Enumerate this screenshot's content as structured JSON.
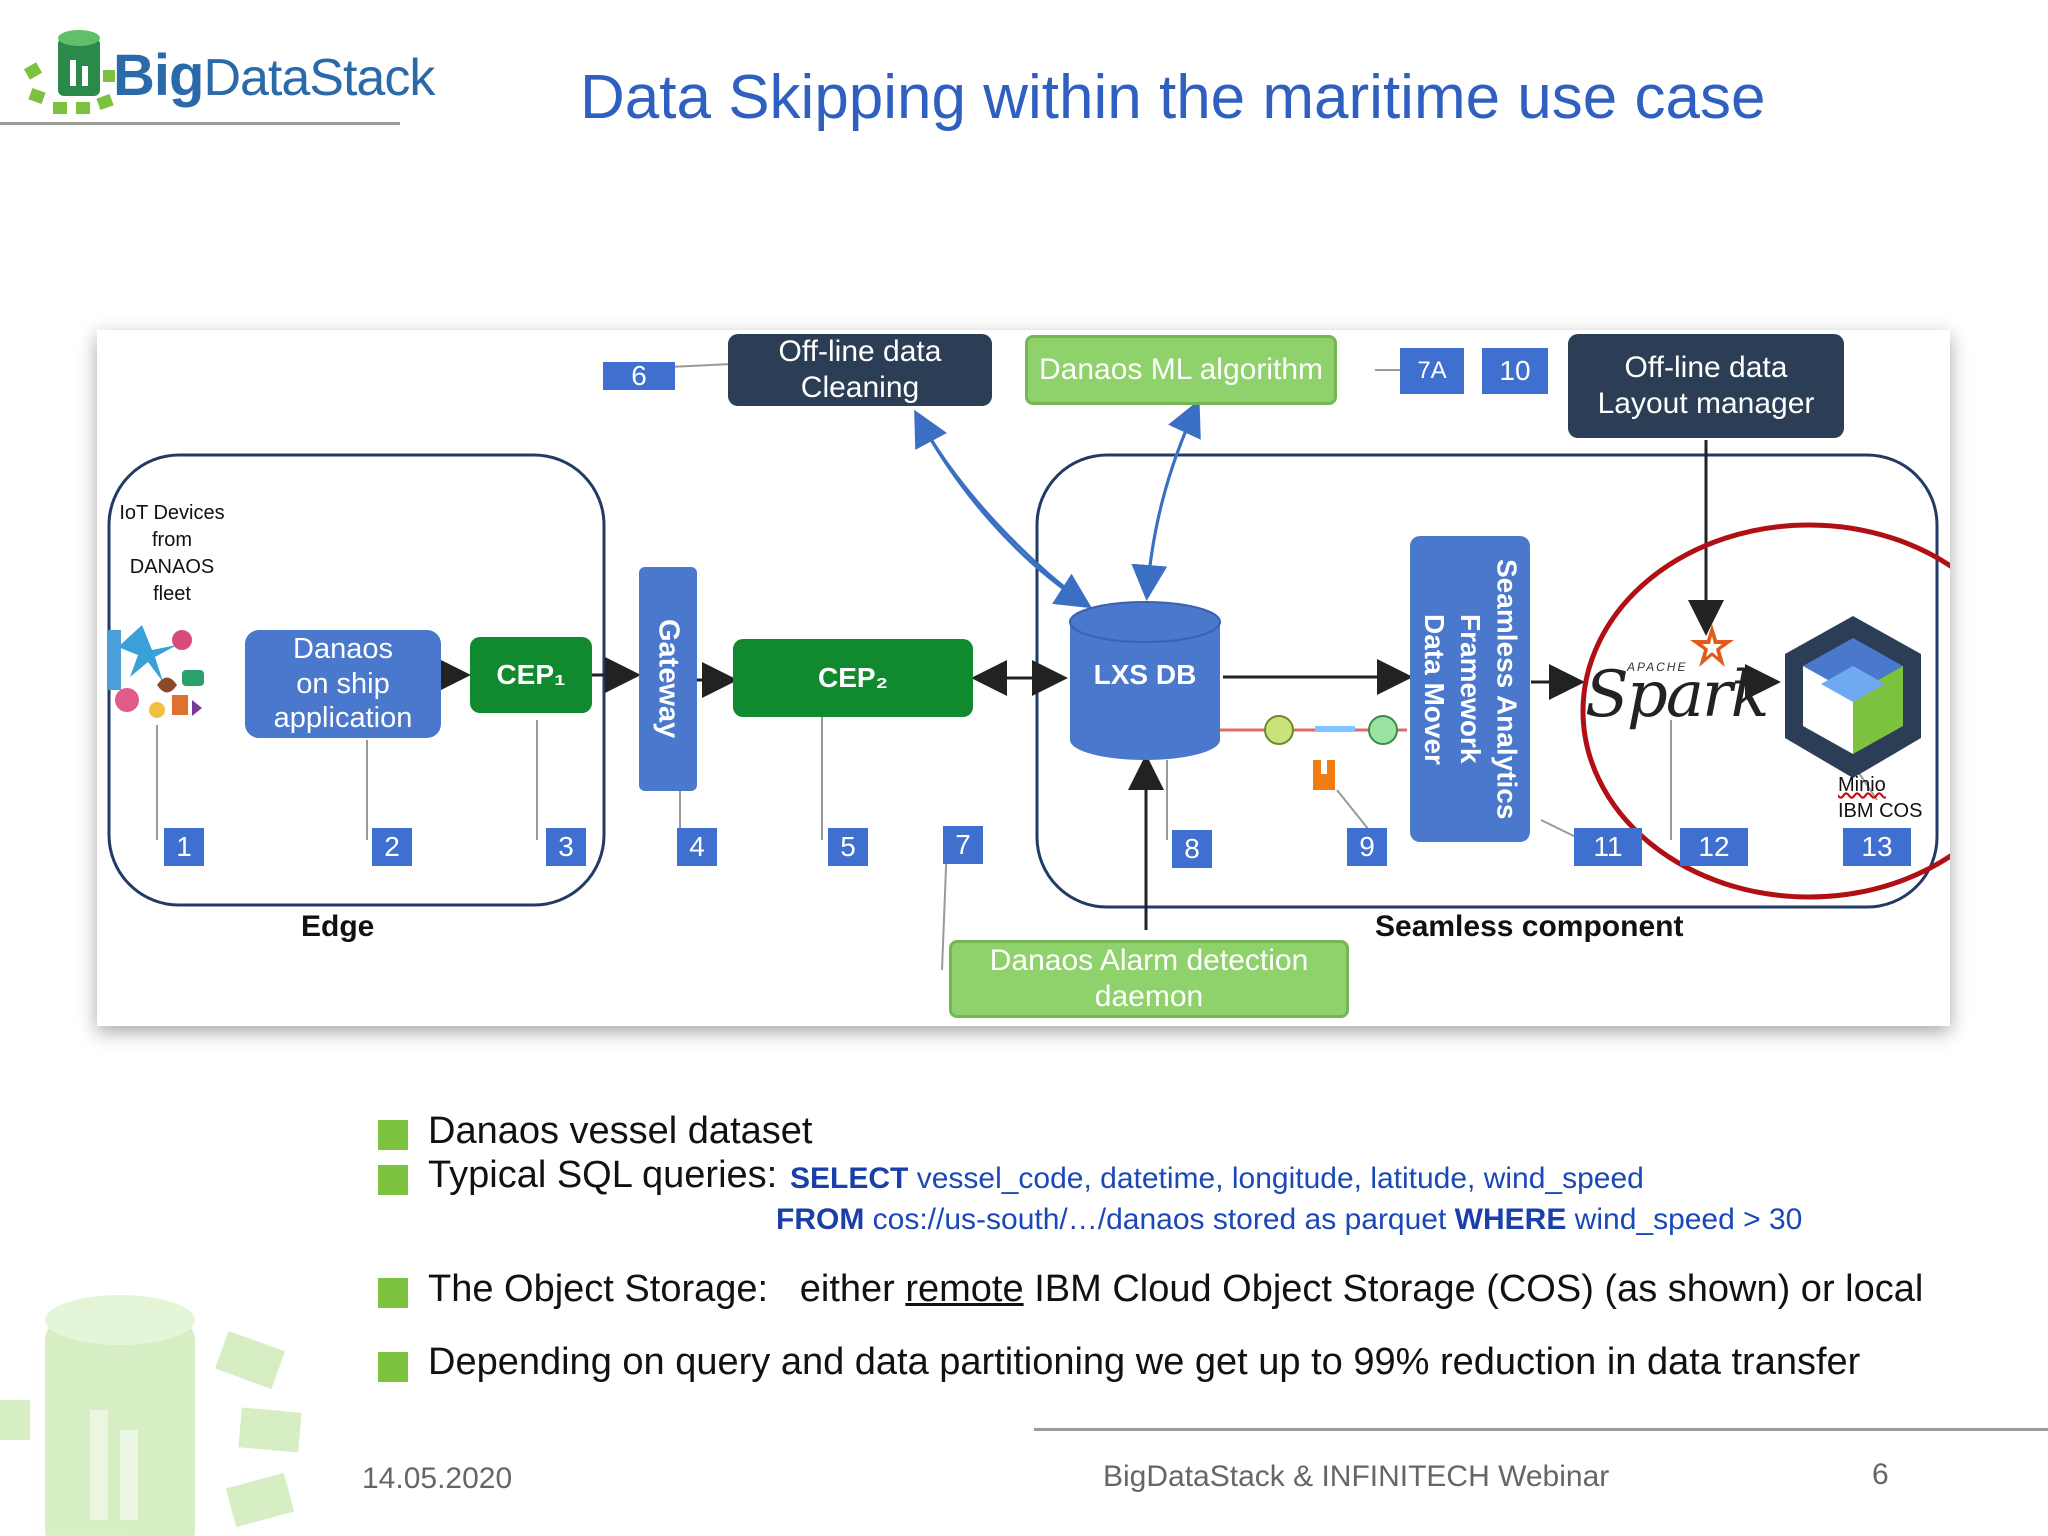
{
  "logo": {
    "big": "Big",
    "rest": "DataStack"
  },
  "title": "Data Skipping within the maritime  use case",
  "diagram": {
    "offline_cleaning": [
      "Off-line data",
      "Cleaning"
    ],
    "ml_algorithm": "Danaos ML algorithm",
    "layout_manager": [
      "Off-line data",
      "Layout  manager"
    ],
    "iot_devices": [
      "IoT Devices",
      "from",
      "DANAOS",
      "fleet"
    ],
    "ship_app": [
      "Danaos",
      "on ship",
      "application"
    ],
    "cep1": "CEP₁",
    "gateway": "Gateway",
    "cep2": "CEP₂",
    "lxs_db": "LXS DB",
    "analytics": [
      "Seamless Analytics",
      "Framework",
      "Data Mover"
    ],
    "spark_small": "APACHE",
    "spark": "Spark",
    "minio": "Minio",
    "ibm_cos": "IBM COS",
    "alarm": [
      "Danaos Alarm detection",
      "daemon"
    ],
    "edge_label": "Edge",
    "seamless_label": "Seamless component",
    "numbers": [
      "1",
      "2",
      "3",
      "4",
      "5",
      "6",
      "7",
      "7A",
      "8",
      "9",
      "10",
      "11",
      "12",
      "13"
    ],
    "colors": {
      "dark": "#2c3e55",
      "green": "#118a2f",
      "light_green": "#8fd16a",
      "blue": "#4a78cc",
      "circle": "#b00f14"
    }
  },
  "bullets": {
    "b1": "Danaos vessel dataset",
    "b2": "Typical SQL queries:",
    "sql1_kw": "SELECT",
    "sql1_rest": " vessel_code, datetime, longitude, latitude, wind_speed",
    "sql2_kw": "FROM",
    "sql2_mid": " cos://us-south/…/danaos stored  as parquet   ",
    "sql2_kw2": "WHERE",
    "sql2_rest": " wind_speed > 30",
    "b3_a": "The Object Storage:   either ",
    "b3_u": "remote",
    "b3_b": " IBM Cloud Object Storage (COS) (as shown) or local",
    "b4": "Depending on query and data partitioning we get up to 99% reduction in data transfer"
  },
  "footer": {
    "date": "14.05.2020",
    "event": "BigDataStack & INFINITECH Webinar",
    "page": "6"
  }
}
